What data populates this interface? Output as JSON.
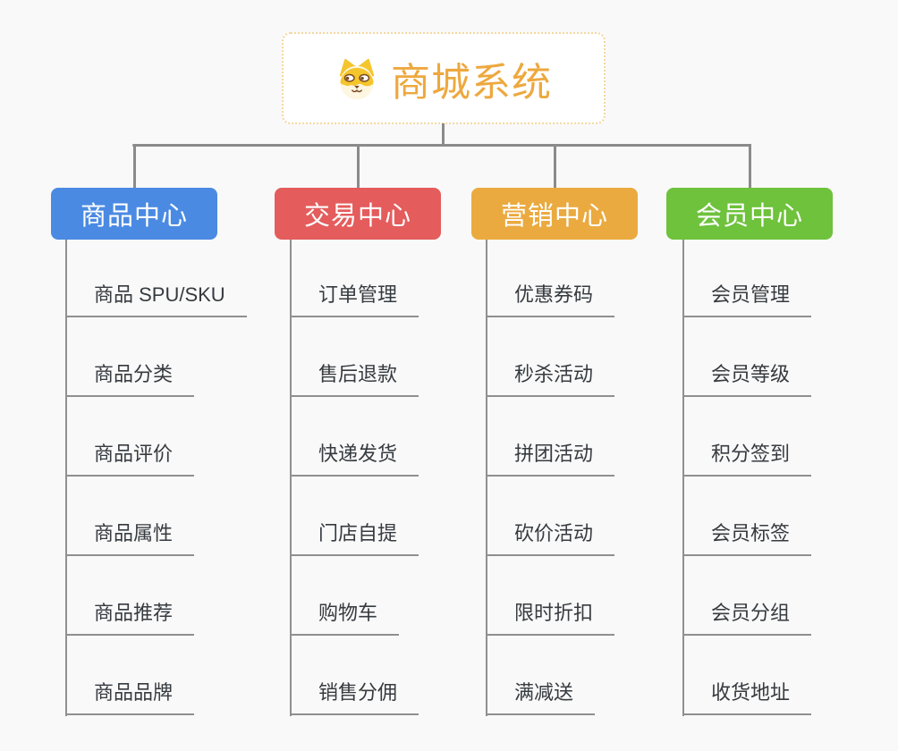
{
  "root": {
    "title": "商城系统",
    "icon": "shiba-dog-icon"
  },
  "branches": [
    {
      "label": "商品中心",
      "color": "#4a8ae2",
      "children": [
        "商品 SPU/SKU",
        "商品分类",
        "商品评价",
        "商品属性",
        "商品推荐",
        "商品品牌"
      ]
    },
    {
      "label": "交易中心",
      "color": "#e45c5c",
      "children": [
        "订单管理",
        "售后退款",
        "快递发货",
        "门店自提",
        "购物车",
        "销售分佣"
      ]
    },
    {
      "label": "营销中心",
      "color": "#ebaa3f",
      "children": [
        "优惠券码",
        "秒杀活动",
        "拼团活动",
        "砍价活动",
        "限时折扣",
        "满减送"
      ]
    },
    {
      "label": "会员中心",
      "color": "#6ec23c",
      "children": [
        "会员管理",
        "会员等级",
        "积分签到",
        "会员标签",
        "会员分组",
        "收货地址"
      ]
    }
  ],
  "colors": {
    "background": "#f9f9f9",
    "root_border": "#f3d79f",
    "root_title": "#eda83e",
    "connector": "#8b8b8b",
    "leaf_text": "#363b40",
    "leaf_underline": "#8f8f8f"
  }
}
